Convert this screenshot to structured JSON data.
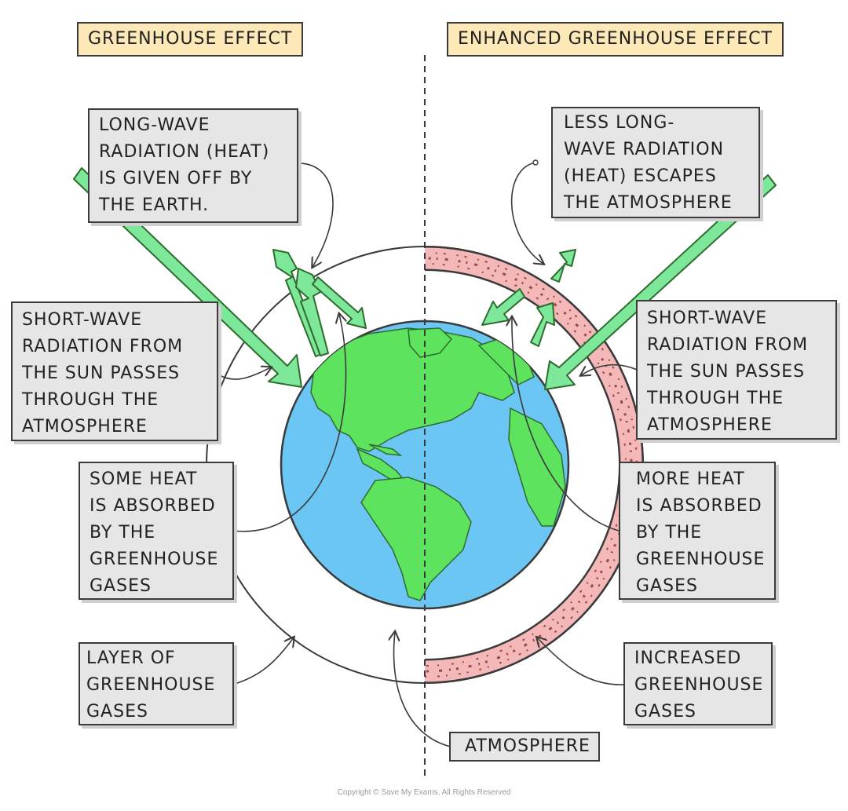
{
  "titles": {
    "left": "GREENHOUSE EFFECT",
    "right": "ENHANCED GREENHOUSE EFFECT"
  },
  "labels": {
    "left_longwave": [
      "LONG-WAVE",
      "RADIATION (HEAT)",
      "IS GIVEN OFF BY",
      "THE EARTH."
    ],
    "left_shortwave": [
      "SHORT-WAVE",
      "RADIATION FROM",
      "THE SUN PASSES",
      "THROUGH THE",
      "ATMOSPHERE"
    ],
    "left_absorbed": [
      "SOME HEAT",
      "IS ABSORBED",
      "BY THE",
      "GREENHOUSE",
      "GASES"
    ],
    "left_layer": [
      "LAYER OF",
      "GREENHOUSE",
      "GASES"
    ],
    "right_longwave": [
      "LESS LONG-",
      "WAVE RADIATION",
      "(HEAT) ESCAPES",
      "THE ATMOSPHERE"
    ],
    "right_shortwave": [
      "SHORT-WAVE",
      "RADIATION FROM",
      "THE SUN PASSES",
      "THROUGH THE",
      "ATMOSPHERE"
    ],
    "right_absorbed": [
      "MORE HEAT",
      "IS ABSORBED",
      "BY THE",
      "GREENHOUSE",
      "GASES"
    ],
    "right_increased": [
      "INCREASED",
      "GREENHOUSE",
      "GASES"
    ],
    "atmosphere": "ATMOSPHERE"
  },
  "copyright": "Copyright © Save My Exams. All Rights Reserved",
  "colors": {
    "ocean": "#6cc6f4",
    "land": "#5ee35e",
    "arrow": "#7de89a",
    "greenhouse_layer": "#f4b8b8",
    "title_box": "#fde8b8",
    "label_box": "#e6e6e6",
    "outline": "#3a3a3a"
  }
}
